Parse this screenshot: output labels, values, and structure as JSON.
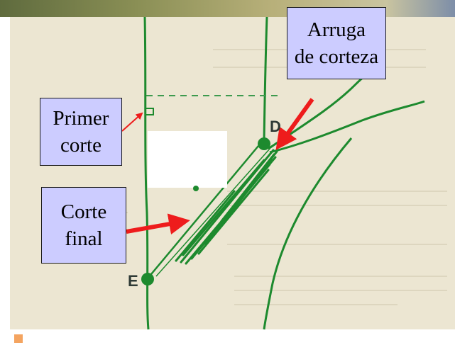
{
  "labels": {
    "primer_corte": "Primer\ncorte",
    "arruga_corteza": "Arruga\nde corteza",
    "corte_final": "Corte\nfinal"
  },
  "points": {
    "d": "D",
    "e": "E"
  },
  "colors": {
    "label_fill": "#ccccff",
    "arrow": "#ee1c1c",
    "stroke": "#1d8a2e",
    "background": "#ece6d2"
  }
}
